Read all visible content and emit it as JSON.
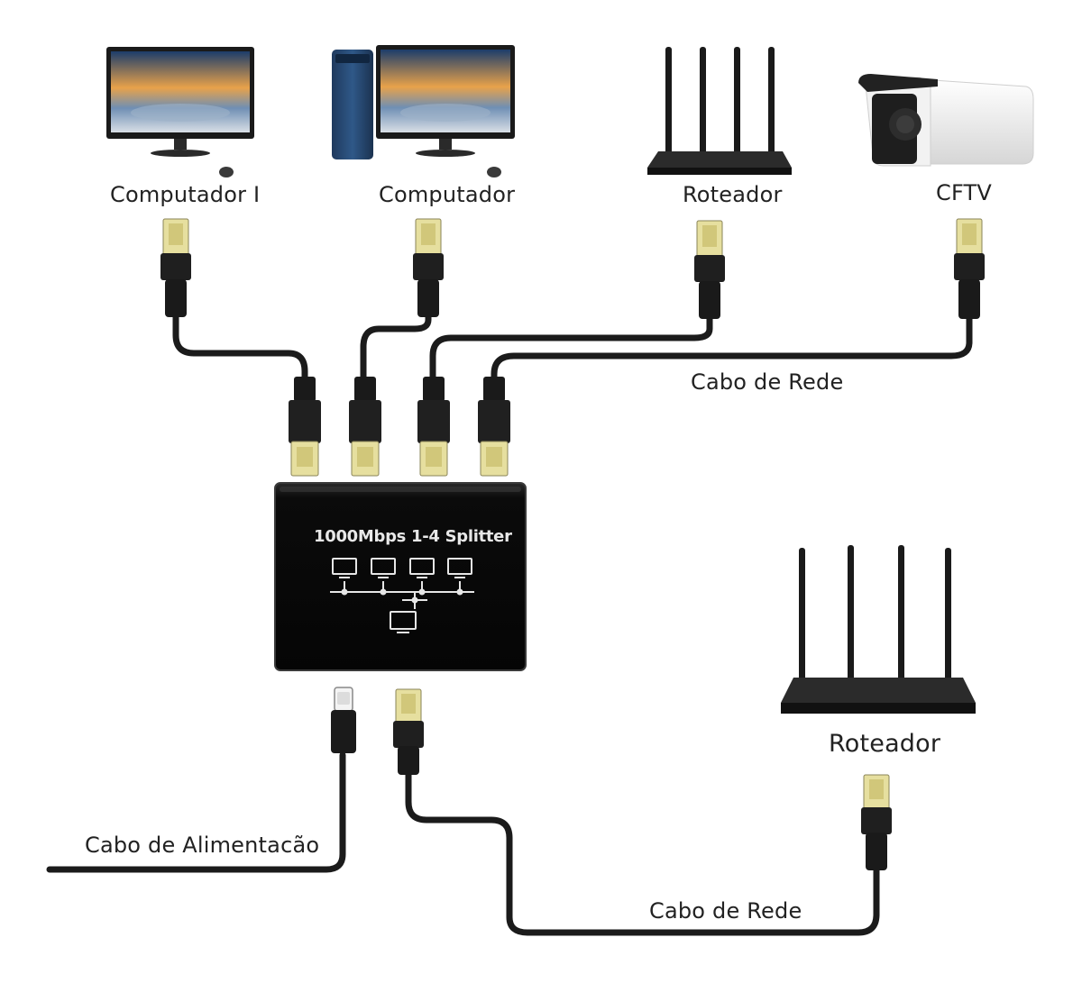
{
  "labels": {
    "computer1": "Computador I",
    "computer2": "Computador",
    "router_top": "Roteador",
    "cctv": "CFTV",
    "network_cable_top": "Cabo de Rede",
    "router_bottom": "Roteador",
    "power_cable": "Cabo de Alimentacão",
    "network_cable_bottom": "Cabo de Rede"
  },
  "device": {
    "speed": "1000Mbps",
    "model": "1-4 Splitter"
  },
  "colors": {
    "cable": "#1b1b1b",
    "device_body": "#0d0d0d",
    "connector_tip": "#e8e0a8",
    "label_text": "#222222"
  }
}
